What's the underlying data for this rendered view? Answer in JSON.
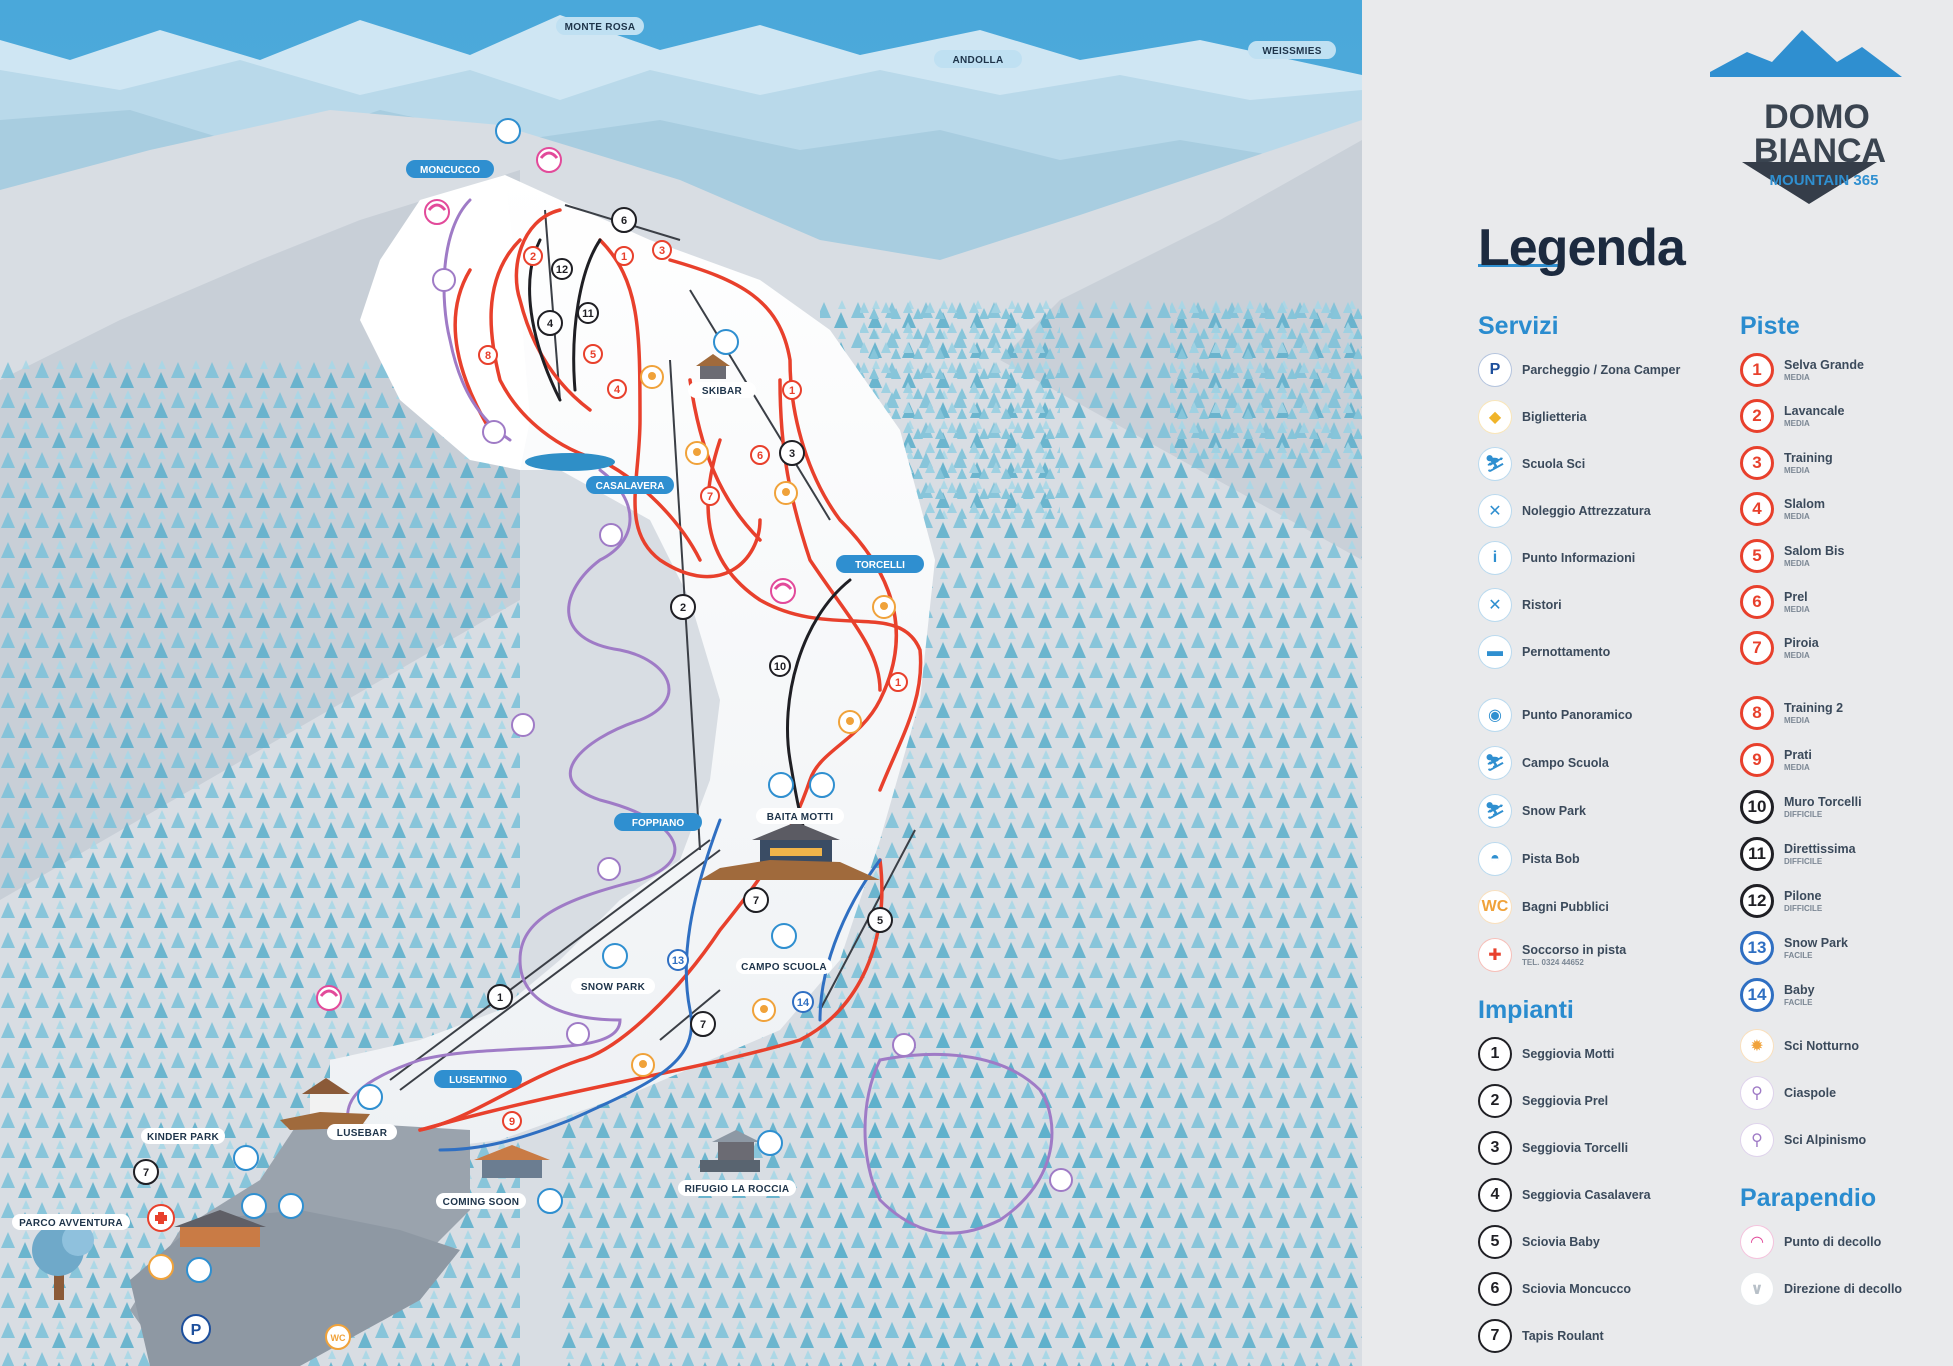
{
  "map": {
    "peaks": [
      "MONTE ROSA",
      "ANDOLLA",
      "WEISSMIES"
    ],
    "places": {
      "moncucco": "MONCUCCO",
      "casalavera": "CASALAVERA",
      "torcelli": "TORCELLI",
      "foppiano": "FOPPIANO",
      "lusentino": "LUSENTINO",
      "skibar": "SKIBAR",
      "baita_motti": "BAITA MOTTI",
      "snow_park": "SNOW PARK",
      "campo_scuola": "CAMPO SCUOLA",
      "lusebar": "LUSEBAR",
      "kinder_park": "KINDER PARK",
      "parco_avventura": "PARCO AVVENTURA",
      "coming_soon": "COMING SOON",
      "rifugio_la_roccia": "RIFUGIO LA ROCCIA"
    },
    "piste_numbers": [
      "1",
      "2",
      "3",
      "4",
      "5",
      "6",
      "7",
      "8",
      "9",
      "10",
      "11",
      "12",
      "13",
      "14"
    ],
    "lift_numbers": [
      "1",
      "2",
      "3",
      "4",
      "5",
      "6",
      "7"
    ]
  },
  "legend": {
    "brand_line1": "DOMO",
    "brand_line2": "BIANCA",
    "brand_line3": "MOUNTAIN 365",
    "title": "Legenda",
    "servizi": {
      "heading": "Servizi",
      "items": [
        {
          "label": "Parcheggio / Zona Camper",
          "icon": "parking-icon"
        },
        {
          "label": "Biglietteria",
          "icon": "ticket-icon"
        },
        {
          "label": "Scuola Sci",
          "icon": "ski-school-icon"
        },
        {
          "label": "Noleggio Attrezzatura",
          "icon": "rental-icon"
        },
        {
          "label": "Punto Informazioni",
          "icon": "info-icon"
        },
        {
          "label": "Ristori",
          "icon": "restaurant-icon"
        },
        {
          "label": "Pernottamento",
          "icon": "bed-icon"
        },
        {
          "label": "Punto Panoramico",
          "icon": "camera-icon"
        },
        {
          "label": "Campo Scuola",
          "icon": "campo-scuola-icon"
        },
        {
          "label": "Snow Park",
          "icon": "snowpark-icon"
        },
        {
          "label": "Pista Bob",
          "icon": "bob-icon"
        },
        {
          "label": "Bagni Pubblici",
          "icon": "wc-icon",
          "glyph": "WC"
        },
        {
          "label": "Soccorso in pista",
          "sub": "TEL. 0324 44652",
          "icon": "first-aid-icon"
        }
      ]
    },
    "impianti": {
      "heading": "Impianti",
      "items": [
        {
          "label": "Seggiovia Motti",
          "n": "1"
        },
        {
          "label": "Seggiovia Prel",
          "n": "2"
        },
        {
          "label": "Seggiovia Torcelli",
          "n": "3"
        },
        {
          "label": "Seggiovia Casalavera",
          "n": "4"
        },
        {
          "label": "Sciovia Baby",
          "n": "5"
        },
        {
          "label": "Sciovia Moncucco",
          "n": "6"
        },
        {
          "label": "Tapis Roulant",
          "n": "7"
        }
      ]
    },
    "piste": {
      "heading": "Piste",
      "items": [
        {
          "n": "1",
          "label": "Selva Grande",
          "sub": "MEDIA",
          "color": "#e8402c"
        },
        {
          "n": "2",
          "label": "Lavancale",
          "sub": "MEDIA",
          "color": "#e8402c"
        },
        {
          "n": "3",
          "label": "Training",
          "sub": "MEDIA",
          "color": "#e8402c"
        },
        {
          "n": "4",
          "label": "Slalom",
          "sub": "MEDIA",
          "color": "#e8402c"
        },
        {
          "n": "5",
          "label": "Salom Bis",
          "sub": "MEDIA",
          "color": "#e8402c"
        },
        {
          "n": "6",
          "label": "Prel",
          "sub": "MEDIA",
          "color": "#e8402c"
        },
        {
          "n": "7",
          "label": "Piroia",
          "sub": "MEDIA",
          "color": "#e8402c"
        },
        {
          "n": "8",
          "label": "Training 2",
          "sub": "MEDIA",
          "color": "#e8402c"
        },
        {
          "n": "9",
          "label": "Prati",
          "sub": "MEDIA",
          "color": "#e8402c"
        },
        {
          "n": "10",
          "label": "Muro Torcelli",
          "sub": "DIFFICILE",
          "color": "#1f1f24"
        },
        {
          "n": "11",
          "label": "Direttissima",
          "sub": "DIFFICILE",
          "color": "#1f1f24"
        },
        {
          "n": "12",
          "label": "Pilone",
          "sub": "DIFFICILE",
          "color": "#1f1f24"
        },
        {
          "n": "13",
          "label": "Snow Park",
          "sub": "FACILE",
          "color": "#2f6fc2"
        },
        {
          "n": "14",
          "label": "Baby",
          "sub": "FACILE",
          "color": "#2f6fc2"
        }
      ],
      "extras": [
        {
          "label": "Sci Notturno",
          "icon": "night-ski-icon"
        },
        {
          "label": "Ciaspole",
          "icon": "snowshoe-icon"
        },
        {
          "label": "Sci Alpinismo",
          "icon": "ski-touring-icon"
        }
      ]
    },
    "parapendio": {
      "heading": "Parapendio",
      "items": [
        {
          "label": "Punto di decollo",
          "icon": "paraglider-icon"
        },
        {
          "label": "Direzione di decollo",
          "icon": "chevron-down-icon"
        }
      ]
    }
  },
  "colors": {
    "sky": "#4aa8da",
    "pista_media": "#e8402c",
    "pista_difficile": "#1f1f24",
    "pista_facile": "#2f6fc2",
    "ciaspole": "#9f7bc6",
    "label_pill": "#2f8fd0",
    "heading": "#2a8ccf"
  }
}
